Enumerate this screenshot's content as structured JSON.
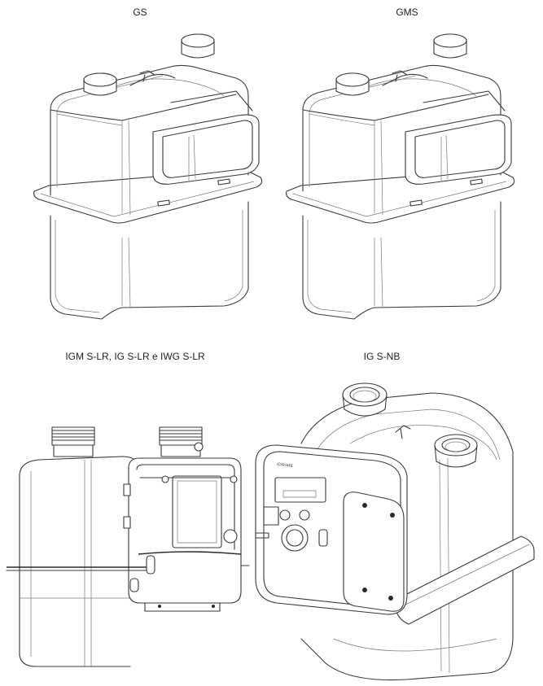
{
  "captions": {
    "gs": "GS",
    "gms": "GMS",
    "igm": "IGM S-LR, IG S-LR e IWG S-LR",
    "igsnb": "IG S-NB"
  },
  "brand": {
    "panel_text": "IDRIME"
  },
  "colors": {
    "line": "#3a3a3a",
    "background": "#ffffff"
  }
}
